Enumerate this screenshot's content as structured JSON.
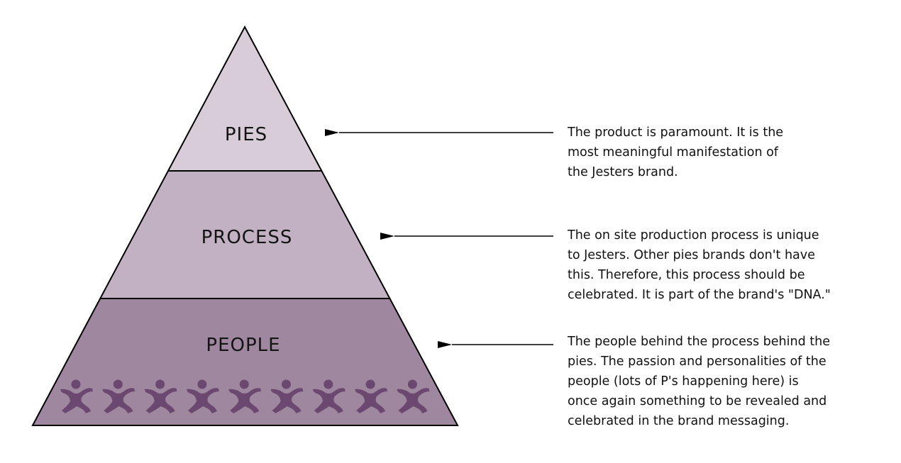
{
  "pyramid": {
    "tiers": [
      {
        "label": "PIES",
        "color": "#d7ccd8"
      },
      {
        "label": "PROCESS",
        "color": "#c1b1c3"
      },
      {
        "label": "PEOPLE",
        "color": "#9e879f"
      }
    ],
    "figure_color": "#6b4870",
    "figure_count": 9
  },
  "descriptions": {
    "pies": "The product is paramount. It is the\nmost meaningful manifestation of\nthe Jesters brand.",
    "process": "The on site production process is unique\nto Jesters. Other pies brands don't have\nthis. Therefore, this process should be\ncelebrated. It is part of the brand's \"DNA.\"",
    "people": "The people behind the process behind the\npies. The passion and personalities of the\npeople (lots of P's happening here) is\nonce again something to be revealed and\ncelebrated in the brand messaging."
  }
}
